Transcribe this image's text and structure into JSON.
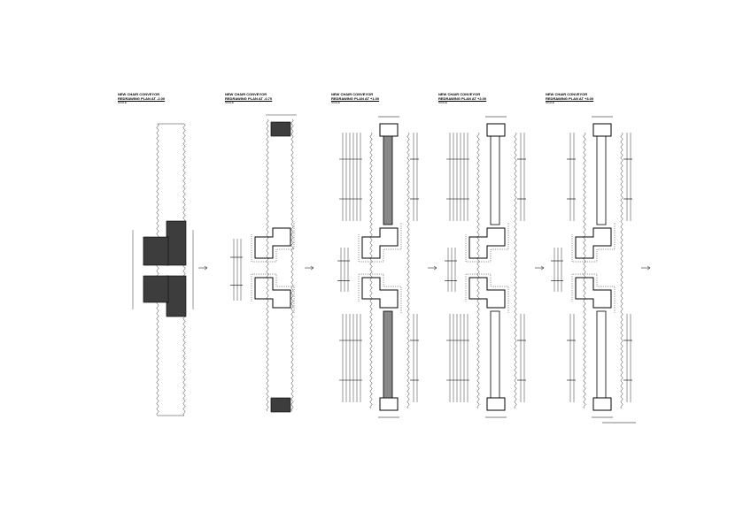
{
  "drawings": [
    {
      "title": "NEW CHAIR CONVEYOR",
      "subtitle": "REDRAWING PLAN AT -2.00",
      "note": "SCALE"
    },
    {
      "title": "NEW CHAIR CONVEYOR",
      "subtitle": "REDRAWING PLAN AT -0.70",
      "note": "SCALE"
    },
    {
      "title": "NEW CHAIR CONVEYOR",
      "subtitle": "REDRAWING PLAN AT +1.00",
      "note": "SCALE"
    },
    {
      "title": "NEW CHAIR CONVEYOR",
      "subtitle": "REDRAWING PLAN AT +2.00",
      "note": "SCALE"
    },
    {
      "title": "NEW CHAIR CONVEYOR",
      "subtitle": "REDRAWING PLAN AT +3.00",
      "note": "SCALE"
    }
  ],
  "colors": {
    "line": "#000000",
    "background": "#ffffff"
  }
}
